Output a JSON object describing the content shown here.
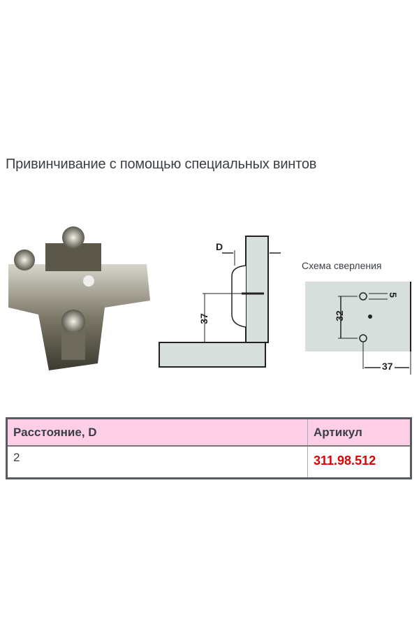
{
  "title": "Привинчивание с помощью специальных винтов",
  "diagram": {
    "d_label": "D",
    "dim_37_vertical": "37",
    "schema_title": "Схема сверления",
    "dim_5": "5",
    "dim_32": "32",
    "dim_37_horizontal": "37"
  },
  "table": {
    "headers": [
      "Расстояние, D",
      "Артикул"
    ],
    "rows": [
      {
        "distance": "2",
        "article": "311.98.512"
      }
    ]
  },
  "colors": {
    "header_bg": "#fccfe6",
    "article": "#e00000",
    "panel": "#d7dfdc"
  }
}
